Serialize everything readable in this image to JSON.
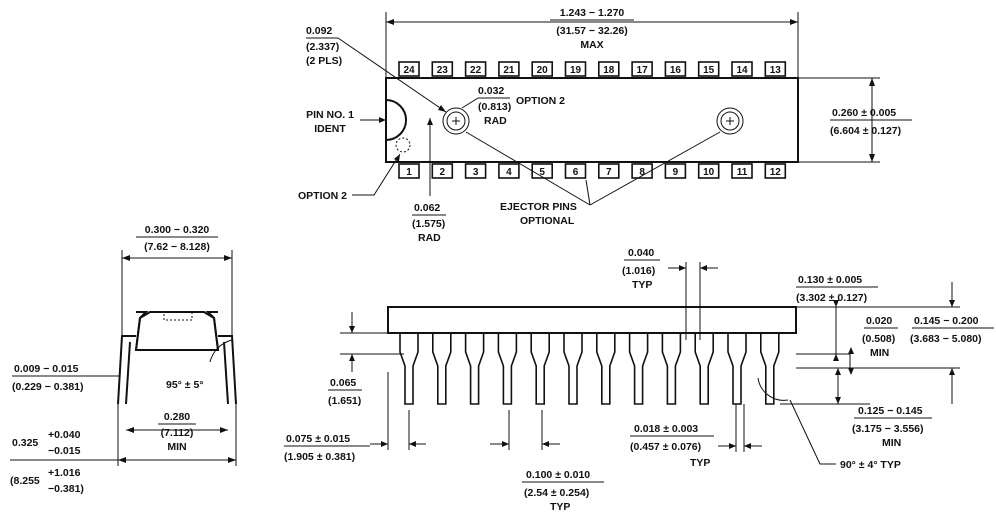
{
  "top_view": {
    "length": [
      "1.243 − 1.270",
      "(31.57 − 32.26)",
      "MAX"
    ],
    "ejector_dia": [
      "0.092",
      "(2.337)",
      "(2 PLS)"
    ],
    "option2_rad": [
      "0.032",
      "(0.813)",
      "RAD"
    ],
    "option2_label": "OPTION 2",
    "pin1_ident": [
      "PIN NO. 1",
      "IDENT"
    ],
    "option2_bottom": "OPTION 2",
    "notch_rad": [
      "0.062",
      "(1.575)",
      "RAD"
    ],
    "ejector_pins": [
      "EJECTOR PINS",
      "OPTIONAL"
    ],
    "body_width": [
      "0.260 ± 0.005",
      "(6.604 ± 0.127)"
    ],
    "pins_top": [
      "24",
      "23",
      "22",
      "21",
      "20",
      "19",
      "18",
      "17",
      "16",
      "15",
      "14",
      "13"
    ],
    "pins_bottom": [
      "1",
      "2",
      "3",
      "4",
      "5",
      "6",
      "7",
      "8",
      "9",
      "10",
      "11",
      "12"
    ]
  },
  "end_view": {
    "width": [
      "0.300 − 0.320",
      "(7.62 − 8.128)"
    ],
    "lead_thk": [
      "0.009 − 0.015",
      "(0.229 − 0.381)"
    ],
    "angle": "95° ± 5°",
    "row_spacing": [
      "0.280",
      "(7.112)",
      "MIN"
    ],
    "spread_main": "0.325",
    "spread_plus": "+0.040",
    "spread_minus": "−0.015",
    "spread_mm_main": "(8.255",
    "spread_mm_plus": "+1.016",
    "spread_mm_minus": "−0.381)"
  },
  "side_view": {
    "lead_width_top": [
      "0.040",
      "(1.016)",
      "TYP"
    ],
    "body_height": [
      "0.130 ± 0.005",
      "(3.302 ± 0.127)"
    ],
    "seat": [
      "0.020",
      "(0.508)",
      "MIN"
    ],
    "overall_height": [
      "0.145 − 0.200",
      "(3.683 − 5.080)"
    ],
    "shoulder": [
      "0.065",
      "(1.651)"
    ],
    "end_lead": [
      "0.075 ± 0.015",
      "(1.905 ± 0.381)"
    ],
    "lead_width": [
      "0.018 ± 0.003",
      "(0.457 ± 0.076)",
      "TYP"
    ],
    "pitch": [
      "0.100 ± 0.010",
      "(2.54 ± 0.254)",
      "TYP"
    ],
    "lead_length": [
      "0.125 − 0.145",
      "(3.175 − 3.556)",
      "MIN"
    ],
    "lead_angle": "90° ± 4° TYP"
  }
}
